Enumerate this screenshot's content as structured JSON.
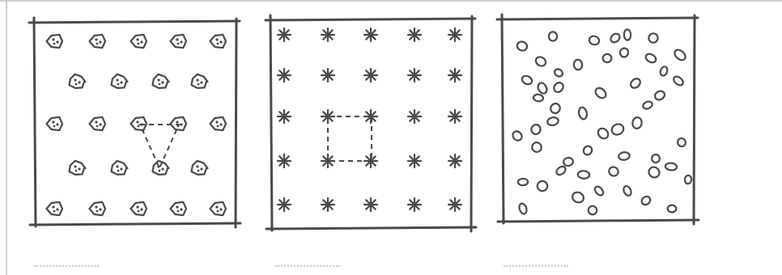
{
  "figure": {
    "panels": [
      {
        "id": "panel-hexagonal-lattice",
        "pattern": "hexagonal",
        "motif": "flower-icon",
        "rows": [
          5,
          4,
          5,
          4,
          5
        ],
        "highlighted_cell": "triangle",
        "highlight_style": "dashed"
      },
      {
        "id": "panel-square-lattice",
        "pattern": "square",
        "motif": "asterisk-icon",
        "rows": [
          5,
          5,
          5,
          5,
          5
        ],
        "highlighted_cell": "square",
        "highlight_style": "dashed"
      },
      {
        "id": "panel-random-arrangement",
        "pattern": "random",
        "motif": "open-circle-icon",
        "count": 52
      }
    ],
    "colors": {
      "ink": "#4a4a4a",
      "frame": "#bdbdbd",
      "caption_dots": "#c9c9c9",
      "background": "#ffffff"
    }
  }
}
